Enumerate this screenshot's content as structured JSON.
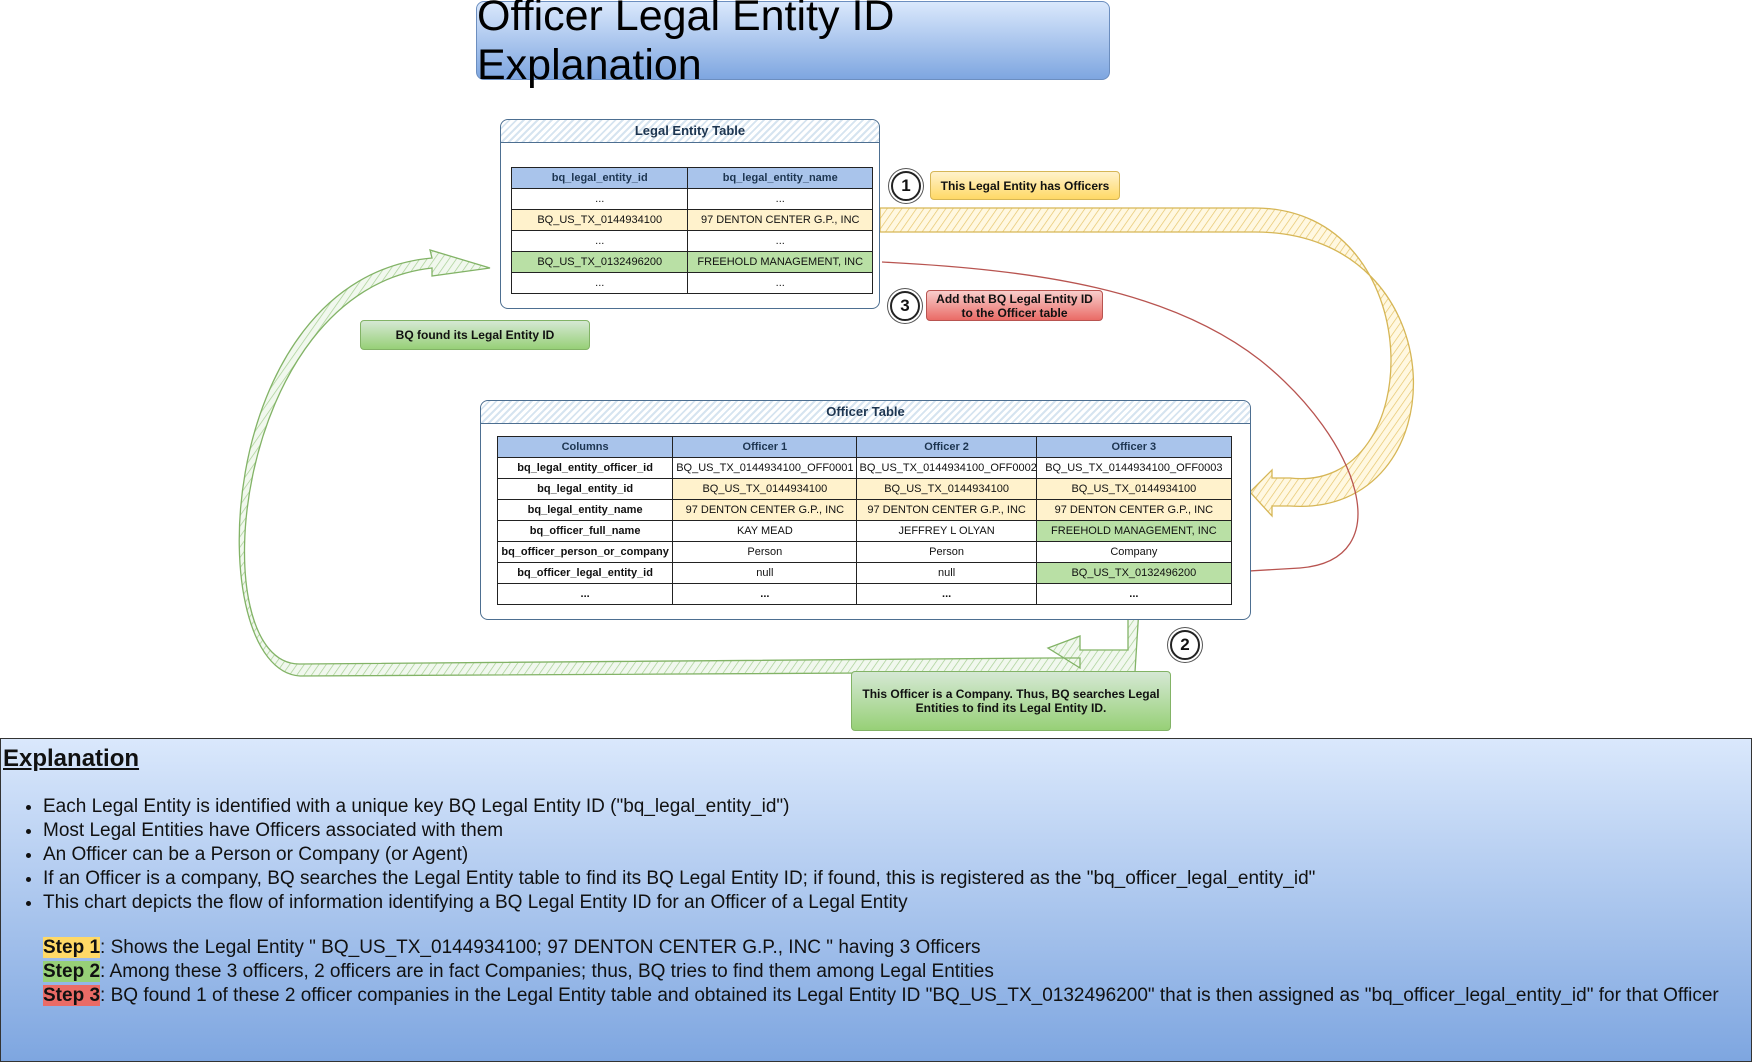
{
  "title": "Officer Legal Entity ID Explanation",
  "legal_entity_table": {
    "title": "Legal Entity Table",
    "headers": [
      "bq_legal_entity_id",
      "bq_legal_entity_name"
    ],
    "rows": [
      [
        "...",
        "..."
      ],
      [
        "BQ_US_TX_0144934100",
        "97 DENTON CENTER G.P., INC"
      ],
      [
        "...",
        "..."
      ],
      [
        "BQ_US_TX_0132496200",
        "FREEHOLD MANAGEMENT, INC"
      ],
      [
        "...",
        "..."
      ]
    ]
  },
  "officer_table": {
    "title": "Officer Table",
    "headers": [
      "Columns",
      "Officer 1",
      "Officer 2",
      "Officer 3"
    ],
    "rows": [
      [
        "bq_legal_entity_officer_id",
        "BQ_US_TX_0144934100_OFF0001",
        "BQ_US_TX_0144934100_OFF0002",
        "BQ_US_TX_0144934100_OFF0003"
      ],
      [
        "bq_legal_entity_id",
        "BQ_US_TX_0144934100",
        "BQ_US_TX_0144934100",
        "BQ_US_TX_0144934100"
      ],
      [
        "bq_legal_entity_name",
        "97 DENTON CENTER G.P., INC",
        "97 DENTON CENTER G.P., INC",
        "97 DENTON CENTER G.P., INC"
      ],
      [
        "bq_officer_full_name",
        "KAY MEAD",
        "JEFFREY L OLYAN",
        "FREEHOLD MANAGEMENT, INC"
      ],
      [
        "bq_officer_person_or_company",
        "Person",
        "Person",
        "Company"
      ],
      [
        "bq_officer_legal_entity_id",
        "null",
        "null",
        "BQ_US_TX_0132496200"
      ],
      [
        "...",
        "...",
        "...",
        "..."
      ]
    ]
  },
  "notes": {
    "step1": {
      "badge": "1",
      "text": "This Legal Entity has Officers"
    },
    "step2": {
      "badge": "2",
      "text": "This Officer is a Company. Thus, BQ searches Legal Entities to find its Legal Entity ID."
    },
    "step3": {
      "badge": "3",
      "text": "Add that BQ Legal Entity ID to the Officer table"
    },
    "found": {
      "text": "BQ found its Legal Entity ID"
    }
  },
  "colors": {
    "step1": "#ffd966",
    "step2": "#97d077",
    "step3": "#ea6b66",
    "header_blue": "#a9c4eb"
  },
  "explanation": {
    "heading": "Explanation",
    "bullets": [
      "Each Legal Entity is identified with a unique key BQ Legal Entity ID (\"bq_legal_entity_id\")",
      "Most Legal Entities have Officers associated with them",
      "An Officer can be a Person or Company (or Agent)",
      "If an Officer is a company, BQ searches the Legal Entity table to find its BQ Legal Entity ID; if found, this is registered as the \"bq_officer_legal_entity_id\"",
      "This chart depicts the flow of information identifying a BQ Legal Entity ID for an Officer of a Legal Entity"
    ],
    "steps": [
      {
        "label": "Step 1",
        "text": ": Shows the Legal Entity \" BQ_US_TX_0144934100; 97 DENTON CENTER G.P., INC \" having 3 Officers"
      },
      {
        "label": "Step 2",
        "text": ": Among these 3 officers, 2 officers are in fact Companies; thus, BQ tries to find them among Legal Entities"
      },
      {
        "label": "Step 3",
        "text": ": BQ found 1 of these 2 officer companies in the Legal Entity table and obtained its Legal Entity ID \"BQ_US_TX_0132496200\" that is then assigned as \"bq_officer_legal_entity_id\" for that Officer"
      }
    ]
  }
}
